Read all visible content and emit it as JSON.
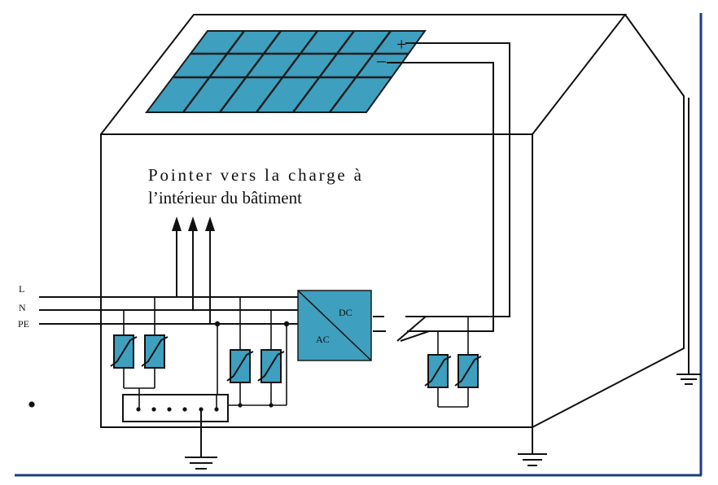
{
  "caption": {
    "line1": "Pointer  vers  la  charge  à",
    "line2": "l’intérieur du bâtiment"
  },
  "lines": {
    "l": "L",
    "n": "N",
    "pe": "PE"
  },
  "inverter": {
    "dc": "DC",
    "ac": "AC"
  },
  "panel": {
    "plus": "+",
    "minus": "–"
  },
  "colors": {
    "panel": "#3e9fbe",
    "inverter": "#3e9fbe",
    "varistor": "#3e9fbe",
    "frame": "#1e3d80",
    "stroke": "#111111"
  }
}
